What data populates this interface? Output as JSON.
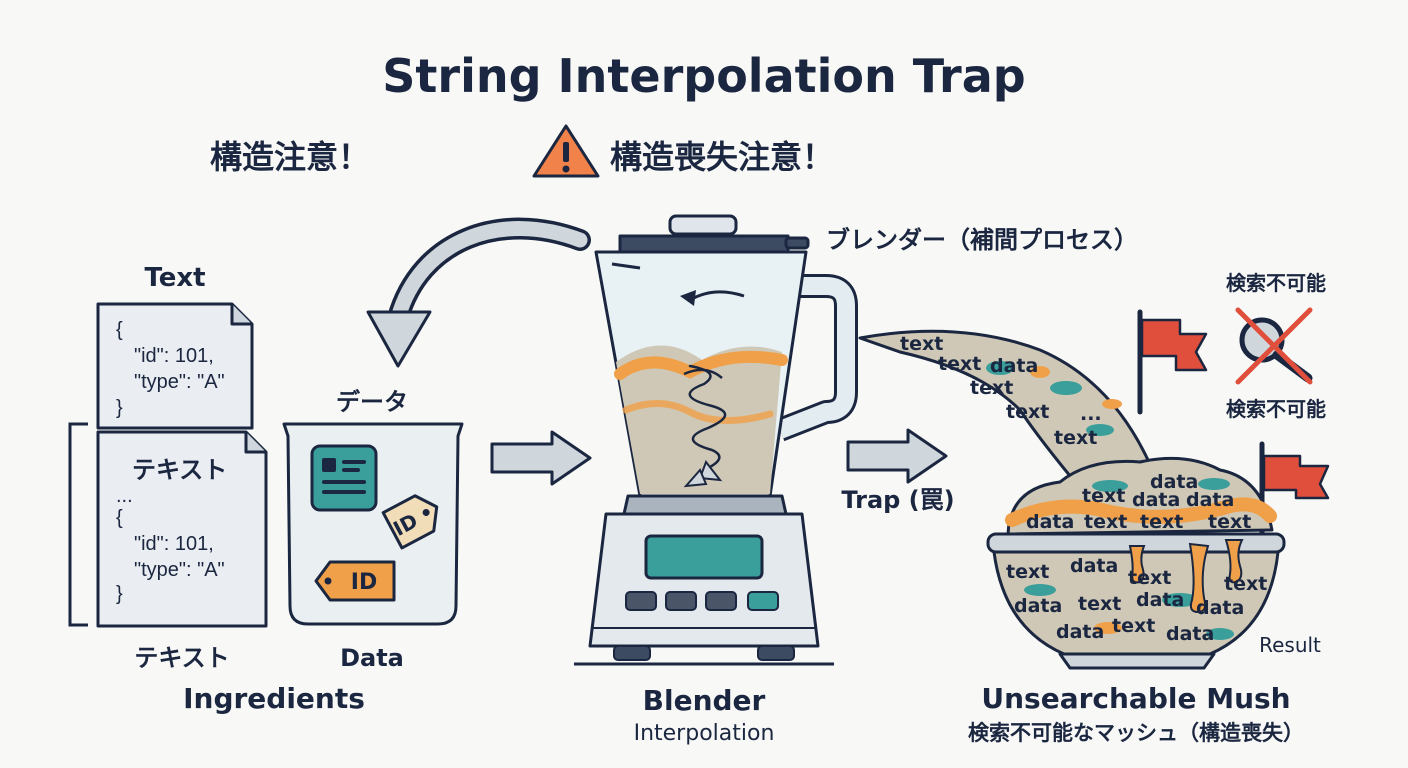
{
  "title": "String Interpolation Trap",
  "subtitles": {
    "left": "構造注意！",
    "right": "構造喪失注意！"
  },
  "ingredients": {
    "text_label": "Text",
    "doc_top_lines": [
      "{",
      "\"id\": 101,",
      "\"type\": \"A\"",
      "}"
    ],
    "doc_bottom_title": "テキスト",
    "doc_bottom_lines": [
      "...",
      "{",
      "\"id\": 101,",
      "\"type\": \"A\"",
      "}"
    ],
    "text_caption_ja": "テキスト",
    "data_label_ja": "データ",
    "id_tag_1": "ID",
    "id_tag_2": "ID",
    "data_caption": "Data",
    "section_label": "Ingredients"
  },
  "blender": {
    "label_ja": "ブレンダー（補間プロセス）",
    "title": "Blender",
    "subtitle": "Interpolation"
  },
  "trap_label": "Trap (罠)",
  "result": {
    "unsearchable_top": "検索不可能",
    "unsearchable_bottom": "検索不可能",
    "stream_words": [
      "text",
      "text",
      "data",
      "text",
      "text",
      "...",
      "text"
    ],
    "bowl_words": [
      "data",
      "text",
      "data",
      "data",
      "text",
      "data",
      "text",
      "text",
      "data",
      "text",
      "text",
      "data",
      "text",
      "data",
      "data",
      "data",
      "text",
      "data"
    ],
    "result_label": "Result",
    "title": "Unsearchable Mush",
    "subtitle_ja": "検索不可能なマッシュ（構造喪失）"
  },
  "colors": {
    "navy": "#1b2740",
    "teal": "#3a9e9a",
    "orange": "#f0a048",
    "red": "#e04e3c",
    "mush": "#cfc8b6",
    "glass": "#e8f1f4"
  }
}
